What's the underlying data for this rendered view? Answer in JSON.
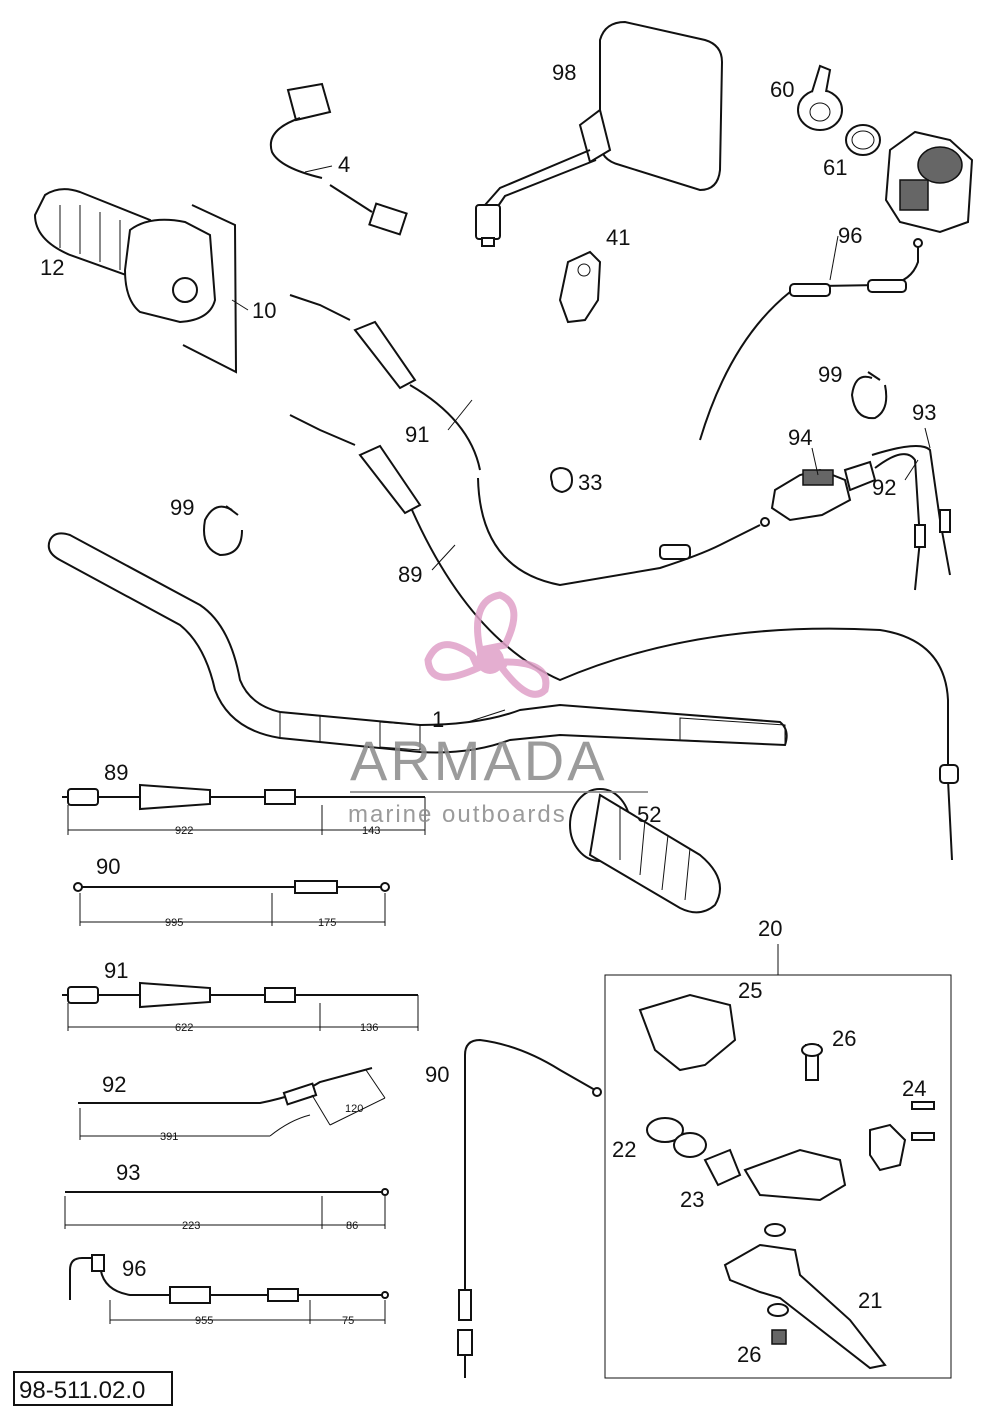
{
  "parts": {
    "p98": "98",
    "p60": "60",
    "p61": "61",
    "p4": "4",
    "p12": "12",
    "p10": "10",
    "p41": "41",
    "p96": "96",
    "p99a": "99",
    "p99b": "99",
    "p93": "93",
    "p94": "94",
    "p92": "92",
    "p91": "91",
    "p33": "33",
    "p89": "89",
    "p1": "1",
    "p52": "52",
    "p20": "20",
    "p25": "25",
    "p26a": "26",
    "p24": "24",
    "p22": "22",
    "p23": "23",
    "p21": "21",
    "p26b": "26",
    "p90": "90"
  },
  "cables": [
    {
      "label": "89",
      "dim_a": "922",
      "dim_b": "143"
    },
    {
      "label": "90",
      "dim_a": "995",
      "dim_b": "175"
    },
    {
      "label": "91",
      "dim_a": "622",
      "dim_b": "136"
    },
    {
      "label": "92",
      "dim_a": "391",
      "dim_b": "120"
    },
    {
      "label": "93",
      "dim_a": "223",
      "dim_b": "86"
    },
    {
      "label": "96",
      "dim_a": "955",
      "dim_b": "75"
    }
  ],
  "watermark": {
    "brand": "ARMADA",
    "tagline": "marine outboards"
  },
  "reference": "98-511.02.0",
  "colors": {
    "watermark_pink": "#e0a0c8",
    "watermark_gray": "#8a8a8a",
    "line": "#111111"
  }
}
